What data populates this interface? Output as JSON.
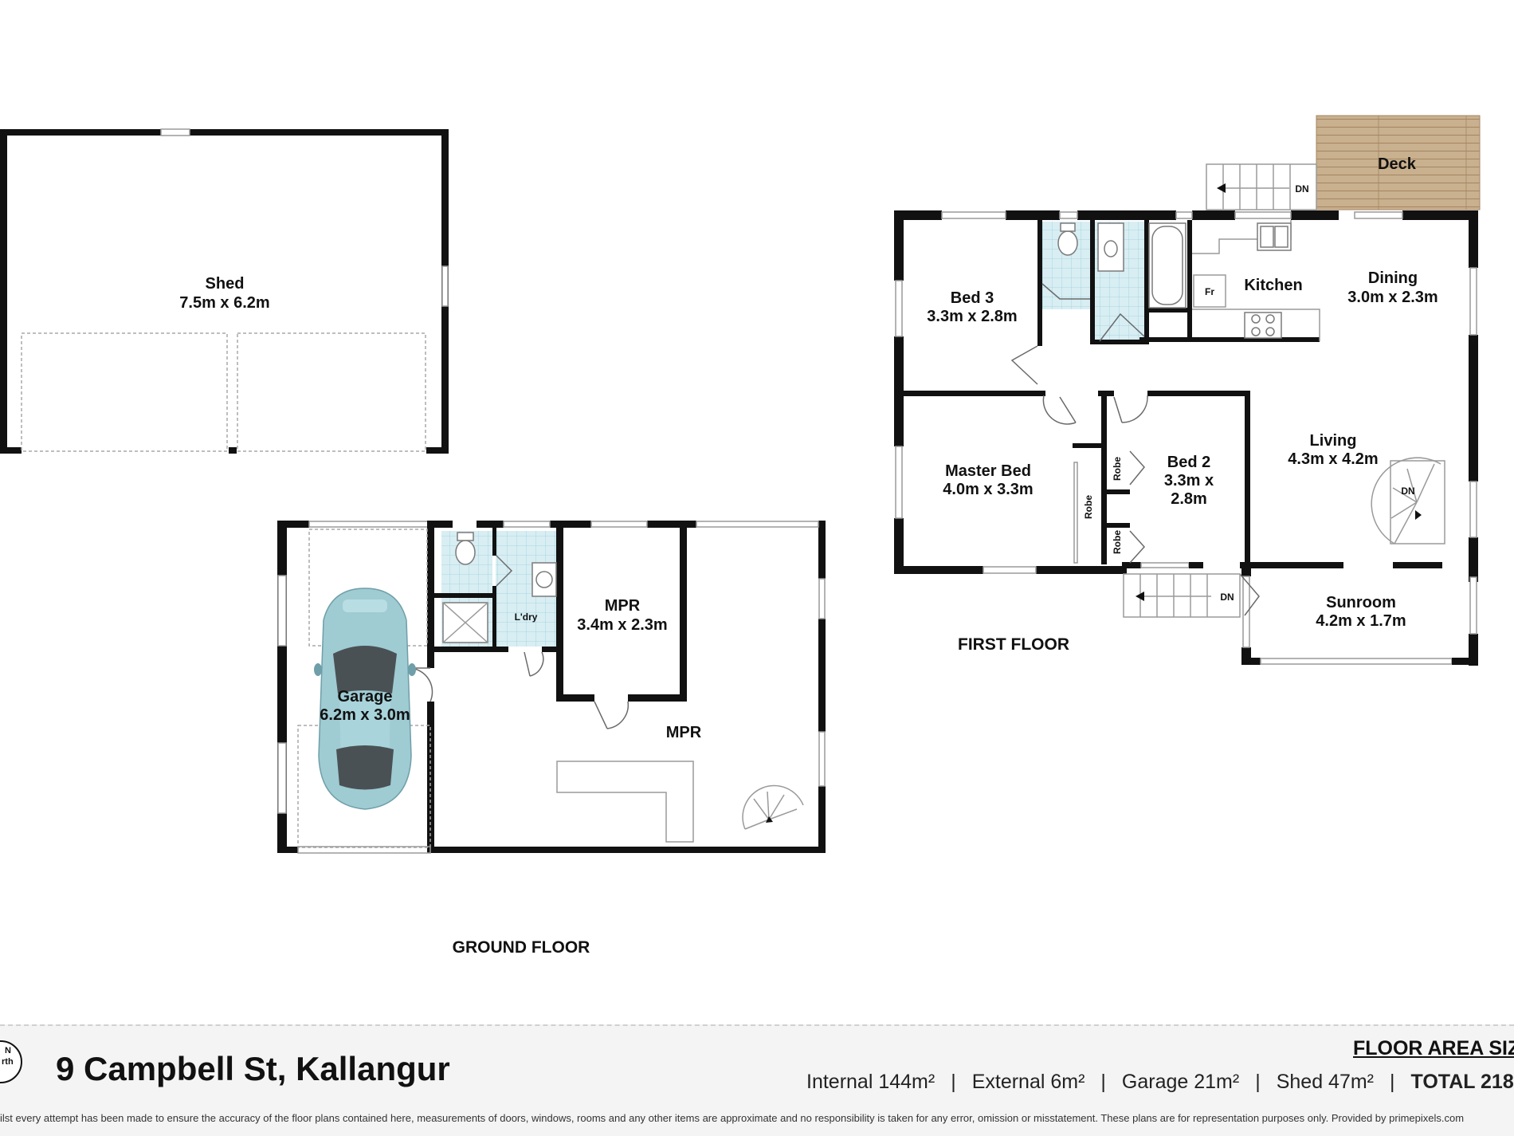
{
  "ground_floor": {
    "title": "GROUND FLOOR",
    "shed": {
      "name": "Shed",
      "size": "7.5m x 6.2m"
    },
    "garage": {
      "name": "Garage",
      "size": "6.2m x 3.0m"
    },
    "laundry": {
      "name": "L'dry"
    },
    "mpr_small": {
      "name": "MPR",
      "size": "3.4m x 2.3m"
    },
    "mpr_large": {
      "name": "MPR"
    }
  },
  "first_floor": {
    "title": "FIRST FLOOR",
    "deck": {
      "name": "Deck"
    },
    "bed3": {
      "name": "Bed 3",
      "size": "3.3m x 2.8m"
    },
    "kitchen": {
      "name": "Kitchen",
      "fridge": "Fr"
    },
    "dining": {
      "name": "Dining",
      "size": "3.0m x 2.3m"
    },
    "master_bed": {
      "name": "Master Bed",
      "size": "4.0m x 3.3m"
    },
    "robe": "Robe",
    "bed2": {
      "name": "Bed 2",
      "size_line1": "3.3m x",
      "size_line2": "2.8m"
    },
    "living": {
      "name": "Living",
      "size": "4.3m x 4.2m"
    },
    "sunroom": {
      "name": "Sunroom",
      "size": "4.2m x 1.7m"
    },
    "stair_down": "DN"
  },
  "footer": {
    "address": "9 Campbell St, Kallangur",
    "floor_area_title": "FLOOR AREA SIZ",
    "internal": "Internal 144m²",
    "external": "External 6m²",
    "garage": "Garage 21m²",
    "shed": "Shed 47m²",
    "total": "TOTAL 218",
    "separator": "|",
    "disclaimer": "ilst every attempt has been made to ensure the accuracy of the floor plans contained here, measurements of doors, windows, rooms and any other items are approximate and no responsibility is taken for any error, omission or misstatement. These plans are for representation purposes only. Provided by primepixels.com",
    "compass_n": "N",
    "compass_rth": "rth"
  },
  "colors": {
    "wall": "#111111",
    "wet_area_tile": "#d8eef3",
    "deck_wood": "#c9b08e",
    "car_body": "#9fcbd3",
    "footer_bg": "#f4f4f4"
  }
}
